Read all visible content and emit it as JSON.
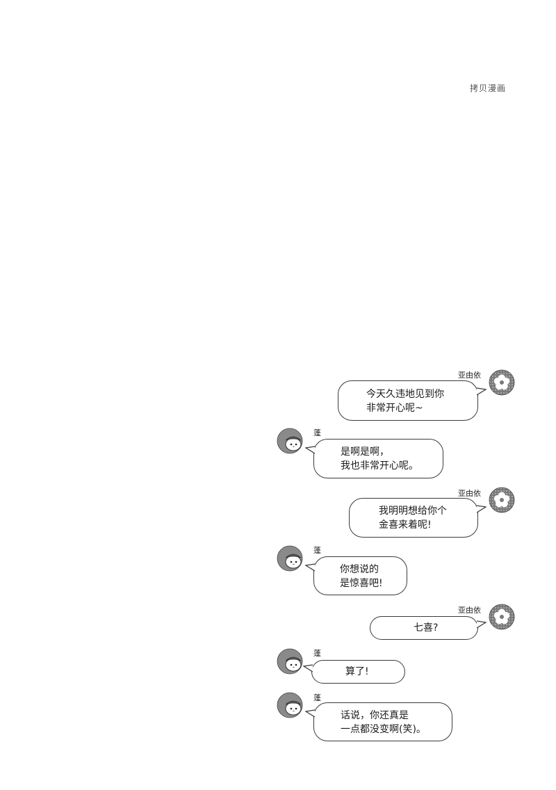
{
  "watermark": "拷贝漫画",
  "chat": {
    "messages": [
      {
        "sender": "亚由依",
        "side": "right",
        "lines": [
          "今天久违地见到你",
          "非常开心呢~"
        ],
        "avatar": "flower-icon"
      },
      {
        "sender": "蓬",
        "side": "left",
        "lines": [
          "是啊是啊，",
          "我也非常开心呢。"
        ],
        "avatar": "hamster-avatar"
      },
      {
        "sender": "亚由依",
        "side": "right",
        "lines": [
          "我明明想给你个",
          "金喜来着呢!"
        ],
        "avatar": "flower-icon"
      },
      {
        "sender": "蓬",
        "side": "left",
        "lines": [
          "你想说的",
          "是惊喜吧!"
        ],
        "avatar": "hamster-avatar"
      },
      {
        "sender": "亚由依",
        "side": "right",
        "lines": [
          "七喜?"
        ],
        "avatar": "flower-icon"
      },
      {
        "sender": "蓬",
        "side": "left",
        "lines": [
          "算了!"
        ],
        "avatar": "hamster-avatar"
      },
      {
        "sender": "蓬",
        "side": "left",
        "lines": [
          "话说，你还真是",
          "一点都没变啊(笑)。"
        ],
        "avatar": "hamster-avatar"
      }
    ]
  },
  "colors": {
    "border": "#3a3a3a",
    "avatar_gray": "#8a8a8a"
  }
}
